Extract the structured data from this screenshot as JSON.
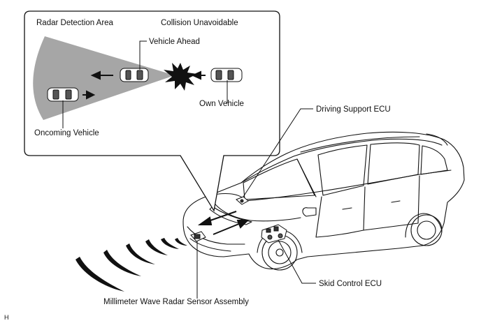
{
  "callout": {
    "radar_detection_area": "Radar Detection Area",
    "collision_unavoidable": "Collision Unavoidable",
    "vehicle_ahead": "Vehicle Ahead",
    "own_vehicle": "Own Vehicle",
    "oncoming_vehicle": "Oncoming Vehicle"
  },
  "labels": {
    "driving_support_ecu": "Driving Support ECU",
    "skid_control_ecu": "Skid Control ECU",
    "radar_sensor_assembly": "Millimeter Wave Radar Sensor Assembly"
  },
  "figure_code": "H",
  "colors": {
    "detection_area": "#a6a6a6",
    "ink": "#111111"
  }
}
